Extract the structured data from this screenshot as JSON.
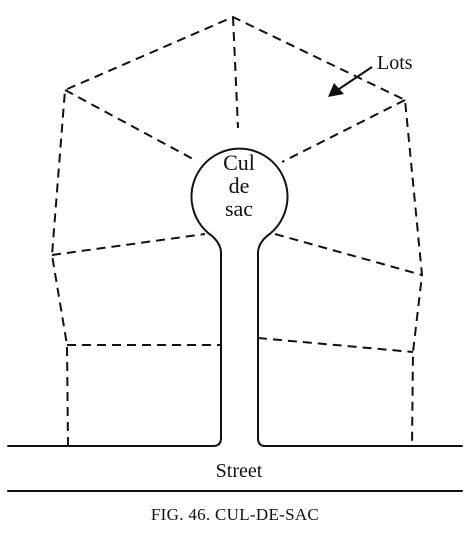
{
  "diagram": {
    "culdesac_label_lines": [
      "Cul",
      "de",
      "sac"
    ],
    "lots_label": "Lots",
    "street_label": "Street",
    "caption": "FIG. 46.  CUL-DE-SAC",
    "line_color": "#111111",
    "background": "#ffffff"
  }
}
